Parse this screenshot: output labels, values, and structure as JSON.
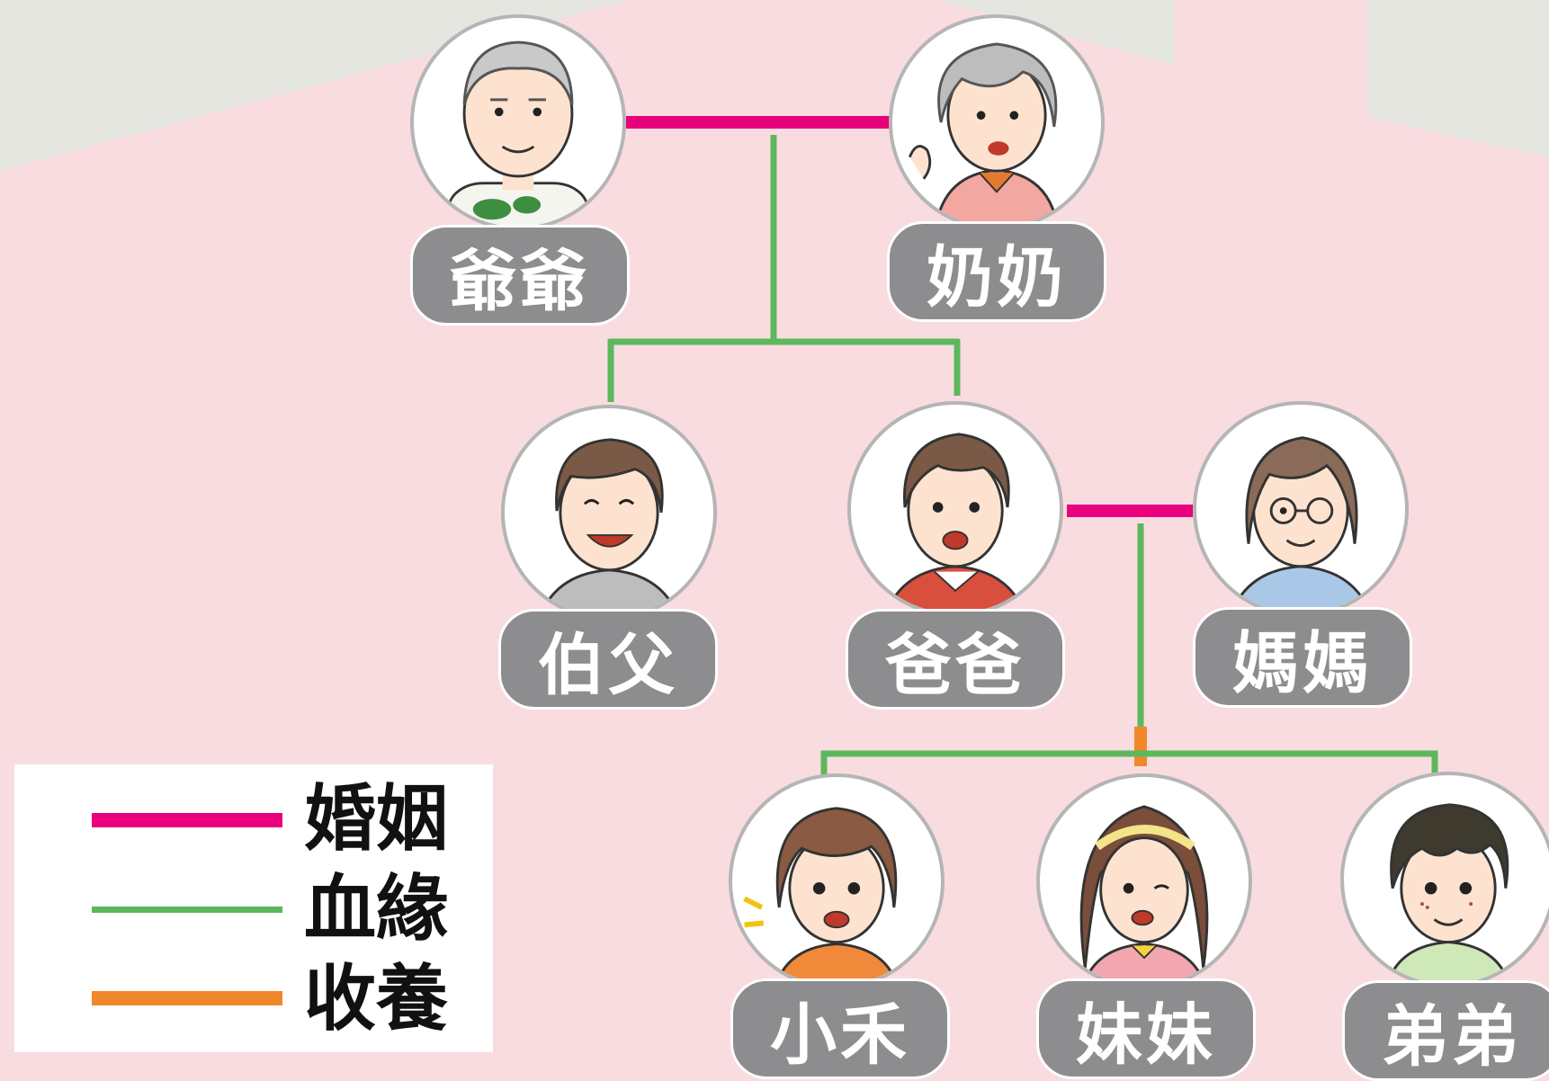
{
  "colors": {
    "background": "#f9dce0",
    "panel_grey": "#e6e6e1",
    "marriage": "#e8007d",
    "blood": "#5cb85c",
    "adoption": "#f0882a",
    "name_pill": "#8d8d8f"
  },
  "people": {
    "grandpa": {
      "label": "爺爺",
      "icon": "grandpa-portrait-icon"
    },
    "grandma": {
      "label": "奶奶",
      "icon": "grandma-portrait-icon"
    },
    "uncle": {
      "label": "伯父",
      "icon": "uncle-portrait-icon"
    },
    "dad": {
      "label": "爸爸",
      "icon": "dad-portrait-icon"
    },
    "mom": {
      "label": "媽媽",
      "icon": "mom-portrait-icon"
    },
    "xiaohe": {
      "label": "小禾",
      "icon": "xiaohe-portrait-icon"
    },
    "sister": {
      "label": "妹妹",
      "icon": "sister-portrait-icon"
    },
    "brother": {
      "label": "弟弟",
      "icon": "brother-portrait-icon"
    }
  },
  "legend": {
    "marriage": "婚姻",
    "blood": "血緣",
    "adoption": "收養"
  }
}
